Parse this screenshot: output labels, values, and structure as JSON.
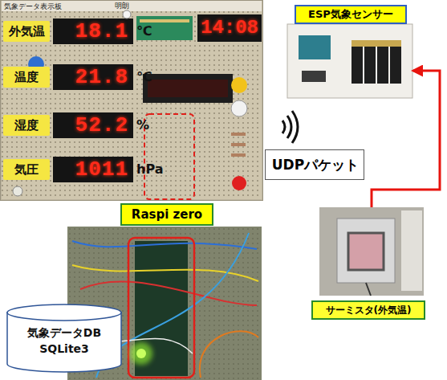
{
  "diagram": {
    "nodes": [
      {
        "text": [
          "気象データ表示板"
        ]
      },
      {
        "text": [
          "ESP気象センサー"
        ]
      },
      {
        "text": [
          "UDPパケット"
        ]
      },
      {
        "text": [
          "Raspi zero"
        ]
      },
      {
        "text": [
          "気象データDB SQLite3"
        ]
      },
      {
        "text": [
          "サーミスタ(外気温)"
        ]
      }
    ],
    "edges": [
      {
        "from": 5,
        "to": 1,
        "arrow": "to"
      }
    ],
    "labels": [
      "明朗",
      "外気温",
      "18.1",
      "℃",
      "温度",
      "21.8",
      "℃",
      "湿度",
      "52.2",
      "%",
      "気圧",
      "1011",
      "hPa",
      "14:08"
    ]
  }
}
